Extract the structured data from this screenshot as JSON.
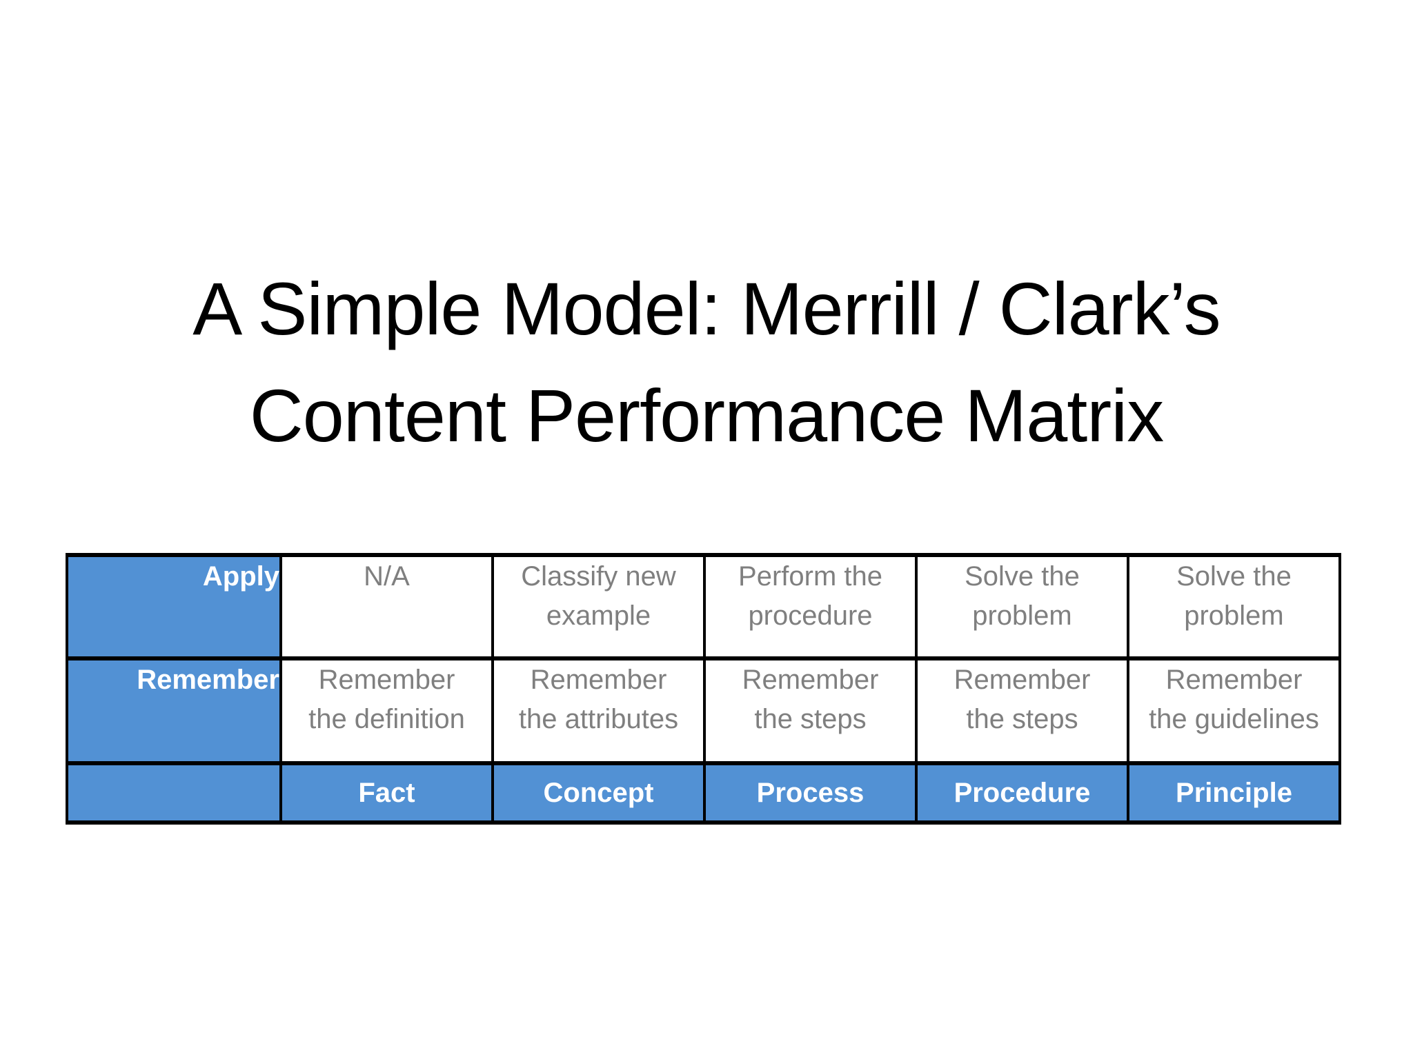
{
  "title": {
    "line1": "A Simple Model: Merrill / Clark’s",
    "line2": "Content Performance Matrix"
  },
  "matrix": {
    "apply_row": {
      "header": "Apply",
      "cells": [
        "N/A",
        "Classify new\nexample",
        "Perform the\nprocedure",
        "Solve the\nproblem",
        "Solve the\nproblem"
      ]
    },
    "remember_row": {
      "header": "Remember",
      "cells": [
        "Remember\nthe definition",
        "Remember\nthe attributes",
        "Remember\nthe steps",
        "Remember\nthe steps",
        "Remember\nthe guidelines"
      ]
    },
    "category_row": {
      "header": "",
      "cells": [
        "Fact",
        "Concept",
        "Process",
        "Procedure",
        "Principle"
      ]
    }
  },
  "colors": {
    "header_blue": "#5291D4",
    "body_text_gray": "#7F7F7F",
    "border_black": "#000000",
    "title_black": "#000000",
    "header_text_white": "#FFFFFF",
    "background_white": "#FFFFFF"
  }
}
